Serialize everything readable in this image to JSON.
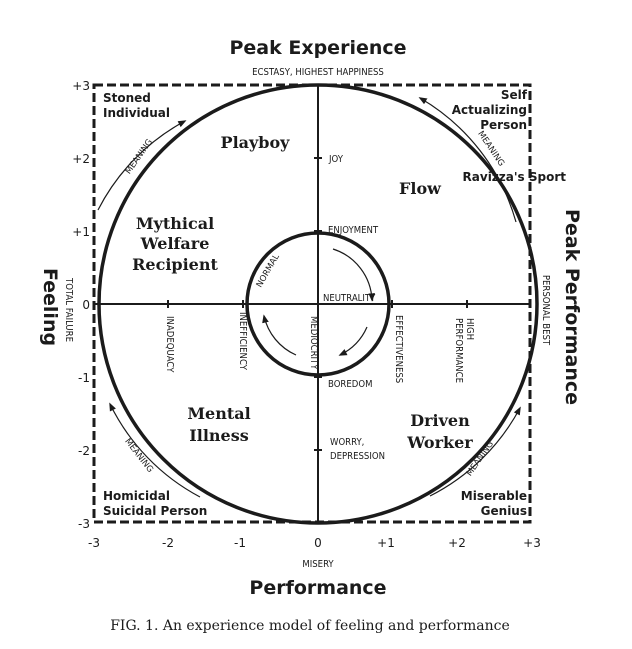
{
  "top_title": "Peak Experience",
  "bottom_title": "Performance",
  "left_title": "Feeling",
  "right_title": "Peak Performance",
  "top_label": "ECSTASY, HIGHEST HAPPINESS",
  "bottom_label": "MISERY",
  "left_label": "TOTAL FAILURE",
  "right_label": "PERSONAL BEST",
  "x_ticks": [
    "-3",
    "-2",
    "-1",
    "0",
    "+1",
    "+2",
    "+3"
  ],
  "y_ticks": [
    "+3",
    "+2",
    "+1",
    "0",
    "-1",
    "-2",
    "-3"
  ],
  "corners": {
    "top_left": [
      "Stoned",
      "Individual"
    ],
    "top_right": [
      "Self",
      "Actualizing",
      "Person"
    ],
    "bottom_left": [
      "Homicidal",
      "Suicidal Person"
    ],
    "bottom_right": [
      "Miserable",
      "Genius"
    ]
  },
  "quadrants": {
    "playboy": "Playboy",
    "flow": "Flow",
    "mythical": [
      "Mythical",
      "Welfare",
      "Recipient"
    ],
    "mental": [
      "Mental",
      "Illness"
    ],
    "driven": [
      "Driven",
      "Worker"
    ]
  },
  "ravizza": "Ravizza's Sport",
  "meaning": "MEANING",
  "normal": "NORMAL",
  "axis_labels": {
    "joy": "JOY",
    "enjoyment": "ENJOYMENT",
    "neutrality": "NEUTRALITY",
    "boredom": "BOREDOM",
    "worry": [
      "WORRY,",
      "DEPRESSION"
    ],
    "inadequacy": "INADEQUACY",
    "inefficiency": "INEFFICIENCY",
    "mediocrity": "MEDIOCRITY",
    "effectiveness": "EFFECTIVENESS",
    "high_performance": [
      "HIGH",
      "PERFORMANCE"
    ]
  },
  "caption": "FIG. 1.   An experience model of feeling and performance"
}
